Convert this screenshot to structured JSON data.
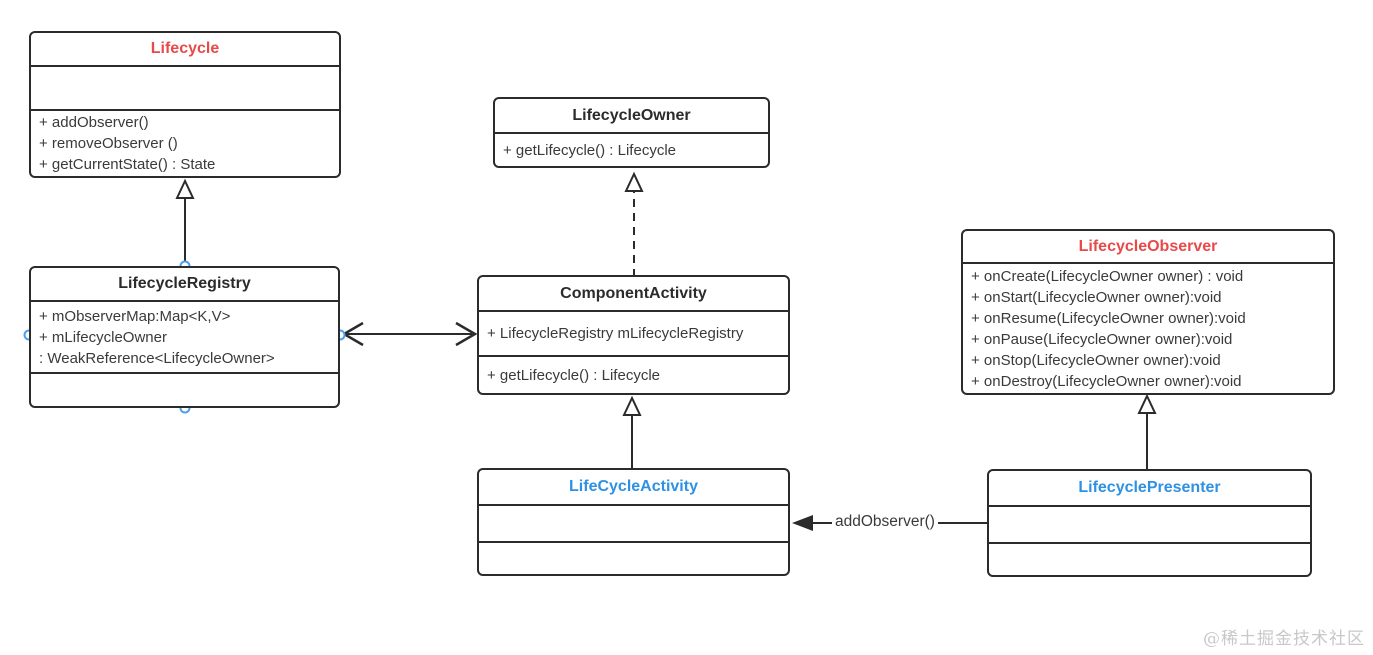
{
  "diagram": {
    "type": "uml-class-diagram",
    "classes": [
      {
        "title": "Lifecycle",
        "title_color": "#e84a4a",
        "compartments": [
          [],
          [
            "+ addObserver()",
            "+ removeObserver ()",
            "+ getCurrentState() : State"
          ]
        ]
      },
      {
        "title": "LifecycleRegistry",
        "title_color": "#2b2b2b",
        "compartments": [
          [
            "+ mObserverMap:Map<K,V>",
            "+ mLifecycleOwner",
            ": WeakReference<LifecycleOwner>"
          ],
          []
        ]
      },
      {
        "title": "LifecycleOwner",
        "title_color": "#2b2b2b",
        "compartments": [
          [
            "+ getLifecycle() : Lifecycle"
          ]
        ]
      },
      {
        "title": "ComponentActivity",
        "title_color": "#2b2b2b",
        "compartments": [
          [
            "+ LifecycleRegistry mLifecycleRegistry"
          ],
          [
            "+ getLifecycle() : Lifecycle"
          ]
        ]
      },
      {
        "title": "LifecycleObserver",
        "title_color": "#e84a4a",
        "compartments": [
          [
            "+ onCreate(LifecycleOwner owner) : void",
            "+ onStart(LifecycleOwner owner):void",
            "+ onResume(LifecycleOwner owner):void",
            "+ onPause(LifecycleOwner owner):void",
            "+ onStop(LifecycleOwner owner):void",
            "+ onDestroy(LifecycleOwner owner):void"
          ]
        ]
      },
      {
        "title": "LifeCycleActivity",
        "title_color": "#2e91e3",
        "compartments": [
          [],
          []
        ]
      },
      {
        "title": "LifecyclePresenter",
        "title_color": "#2e91e3",
        "compartments": [
          [],
          []
        ]
      }
    ],
    "edges": [
      {
        "from": "LifecycleRegistry",
        "to": "Lifecycle",
        "kind": "generalization"
      },
      {
        "from": "ComponentActivity",
        "to": "LifecycleOwner",
        "kind": "realization-dashed"
      },
      {
        "from": "LifecycleRegistry",
        "to": "ComponentActivity",
        "kind": "bidirectional-association"
      },
      {
        "from": "LifeCycleActivity",
        "to": "ComponentActivity",
        "kind": "generalization"
      },
      {
        "from": "LifecyclePresenter",
        "to": "LifecycleObserver",
        "kind": "generalization"
      },
      {
        "from": "LifecyclePresenter",
        "to": "LifeCycleActivity",
        "kind": "directed-association",
        "label": "addObserver()"
      }
    ],
    "edge_label": "addObserver()",
    "watermark": "@稀土掘金技术社区",
    "colors": {
      "red_title": "#e84a4a",
      "blue_title": "#2e91e3",
      "black_title": "#2b2b2b",
      "line": "#2b2b2b",
      "handle": "#4aa0ee",
      "background": "#ffffff"
    }
  }
}
